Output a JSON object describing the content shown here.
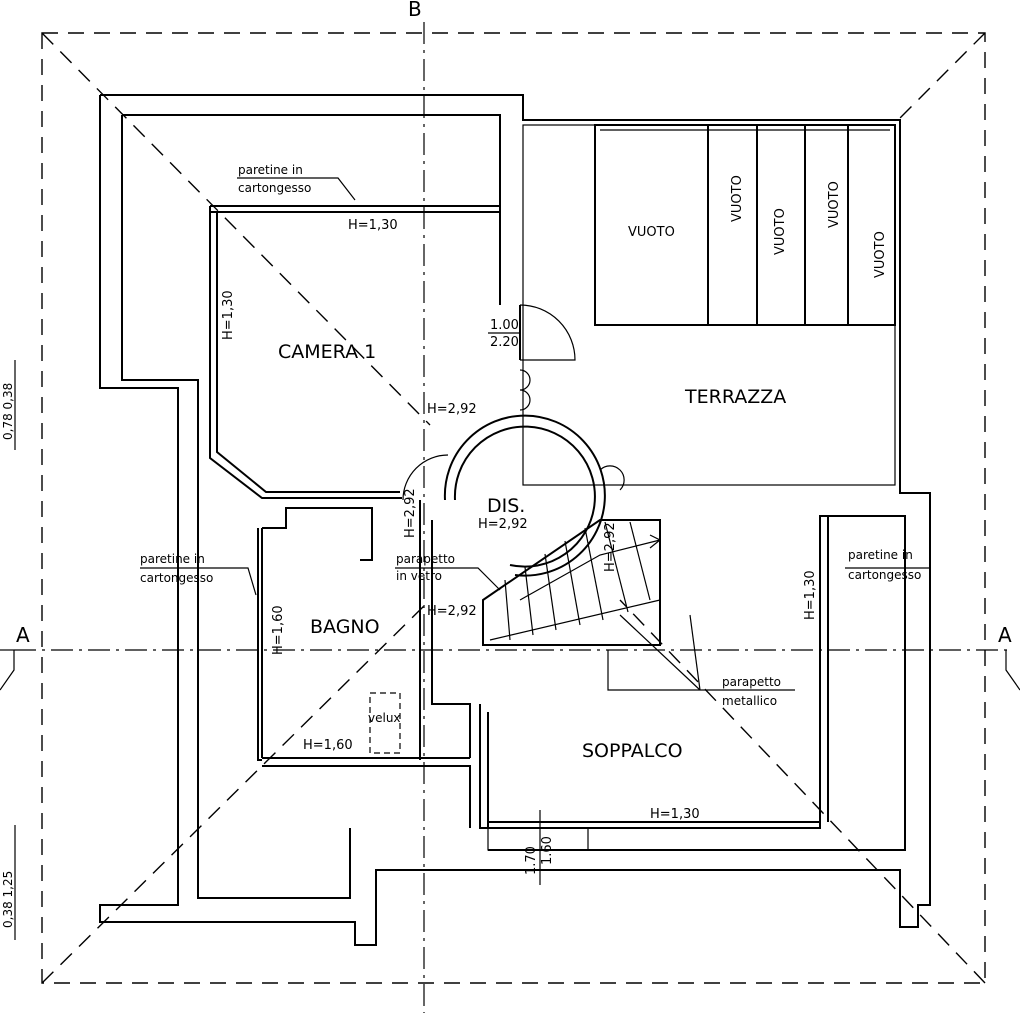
{
  "axes": {
    "vertical_label": "B",
    "horizontal_left_label": "A",
    "horizontal_right_label": "A"
  },
  "rooms": {
    "camera": "CAMERA 1",
    "terrazza": "TERRAZZA",
    "dis": "DIS.",
    "bagno": "BAGNO",
    "soppalco": "SOPPALCO"
  },
  "voids": [
    "VUOTO",
    "VUOTO",
    "VUOTO",
    "VUOTO",
    "VUOTO"
  ],
  "heights": {
    "camera_top": "H=1,30",
    "camera_left": "H=1,30",
    "camera_corner": "H=2,92",
    "dis": "H=2,92",
    "dis_left": "H=2,92",
    "stair_top": "H=2,92",
    "soppalco_left": "H=2,92",
    "bagno_left": "H=1,60",
    "bagno_bottom": "H=1,60",
    "soppalco_right": "H=1,30",
    "soppalco_bottom": "H=1,30"
  },
  "door": {
    "width": "1.00",
    "height": "2.20"
  },
  "window": {
    "a": "1.70",
    "b": "1.60"
  },
  "notes": {
    "paretine_top_1": "paretine in",
    "paretine_top_2": "cartongesso",
    "paretine_left_1": "paretine in",
    "paretine_left_2": "cartongesso",
    "paretine_right_1": "paretine in",
    "paretine_right_2": "cartongesso",
    "parapetto_vetro_1": "parapetto",
    "parapetto_vetro_2": "in vetro",
    "parapetto_met_1": "parapetto",
    "parapetto_met_2": "metallico",
    "velux": "velux"
  },
  "dims": {
    "left_top": "0,78 0,38",
    "left_bottom": "0,38  1,25"
  }
}
